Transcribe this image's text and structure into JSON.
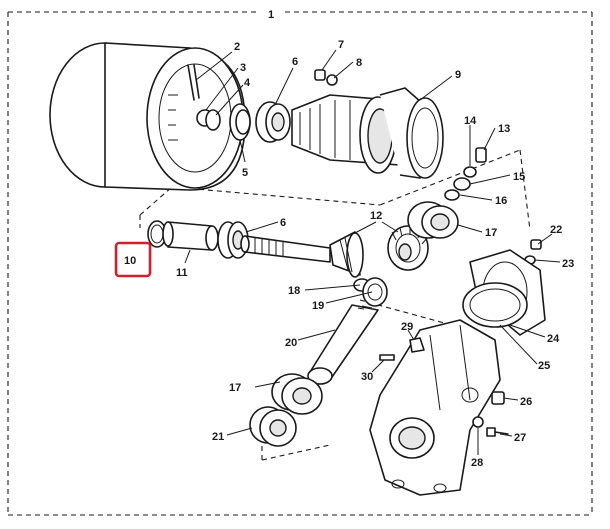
{
  "diagram": {
    "header_label": "1",
    "highlight_color": "#d0202c",
    "callouts": [
      "2",
      "3",
      "4",
      "5",
      "6",
      "6",
      "7",
      "8",
      "9",
      "10",
      "11",
      "12",
      "13",
      "14",
      "15",
      "16",
      "17",
      "17",
      "18",
      "19",
      "20",
      "21",
      "22",
      "23",
      "24",
      "25",
      "26",
      "27",
      "28",
      "29",
      "30"
    ]
  }
}
